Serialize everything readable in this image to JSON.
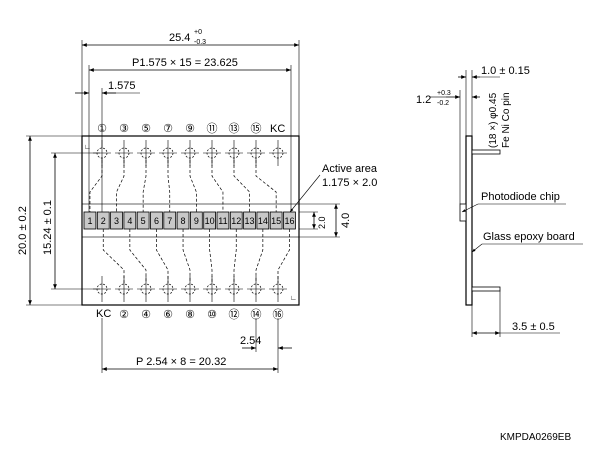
{
  "front": {
    "width": {
      "value": "25.4",
      "sup": "+0",
      "sub": "-0.3"
    },
    "pitch_top": "P1.575 × 15 = 23.625",
    "pitch_single": "1.575",
    "height_total": "20.0 ± 0.2",
    "height_pins": "15.24 ± 0.1",
    "active_area_label": "Active area",
    "active_area_size": "1.175 × 2.0",
    "elem_height_inner": "2.0",
    "elem_height_outer": "4.0",
    "pitch_bottom_single": "2.54",
    "pitch_bottom": "P 2.54 × 8 = 20.32",
    "kc_top": "KC",
    "kc_bottom": "KC",
    "elements": [
      "1",
      "2",
      "3",
      "4",
      "5",
      "6",
      "7",
      "8",
      "9",
      "10",
      "11",
      "12",
      "13",
      "14",
      "15",
      "16"
    ],
    "top_pins": [
      "①",
      "③",
      "⑤",
      "⑦",
      "⑨",
      "⑪",
      "⑬",
      "⑮"
    ],
    "bottom_pins": [
      "②",
      "④",
      "⑥",
      "⑧",
      "⑩",
      "⑫",
      "⑭",
      "⑯"
    ]
  },
  "side": {
    "thickness": "1.0 ± 0.15",
    "chip": {
      "value": "1.2",
      "sup": "+0.3",
      "sub": "-0.2"
    },
    "pin_spec": "(18 ×) φ0.45",
    "pin_material": "Fe Ni Co pin",
    "photodiode_label": "Photodiode chip",
    "board_label": "Glass epoxy board",
    "pin_length": "3.5 ± 0.5"
  },
  "drawing_code": "KMPDA0269EB"
}
